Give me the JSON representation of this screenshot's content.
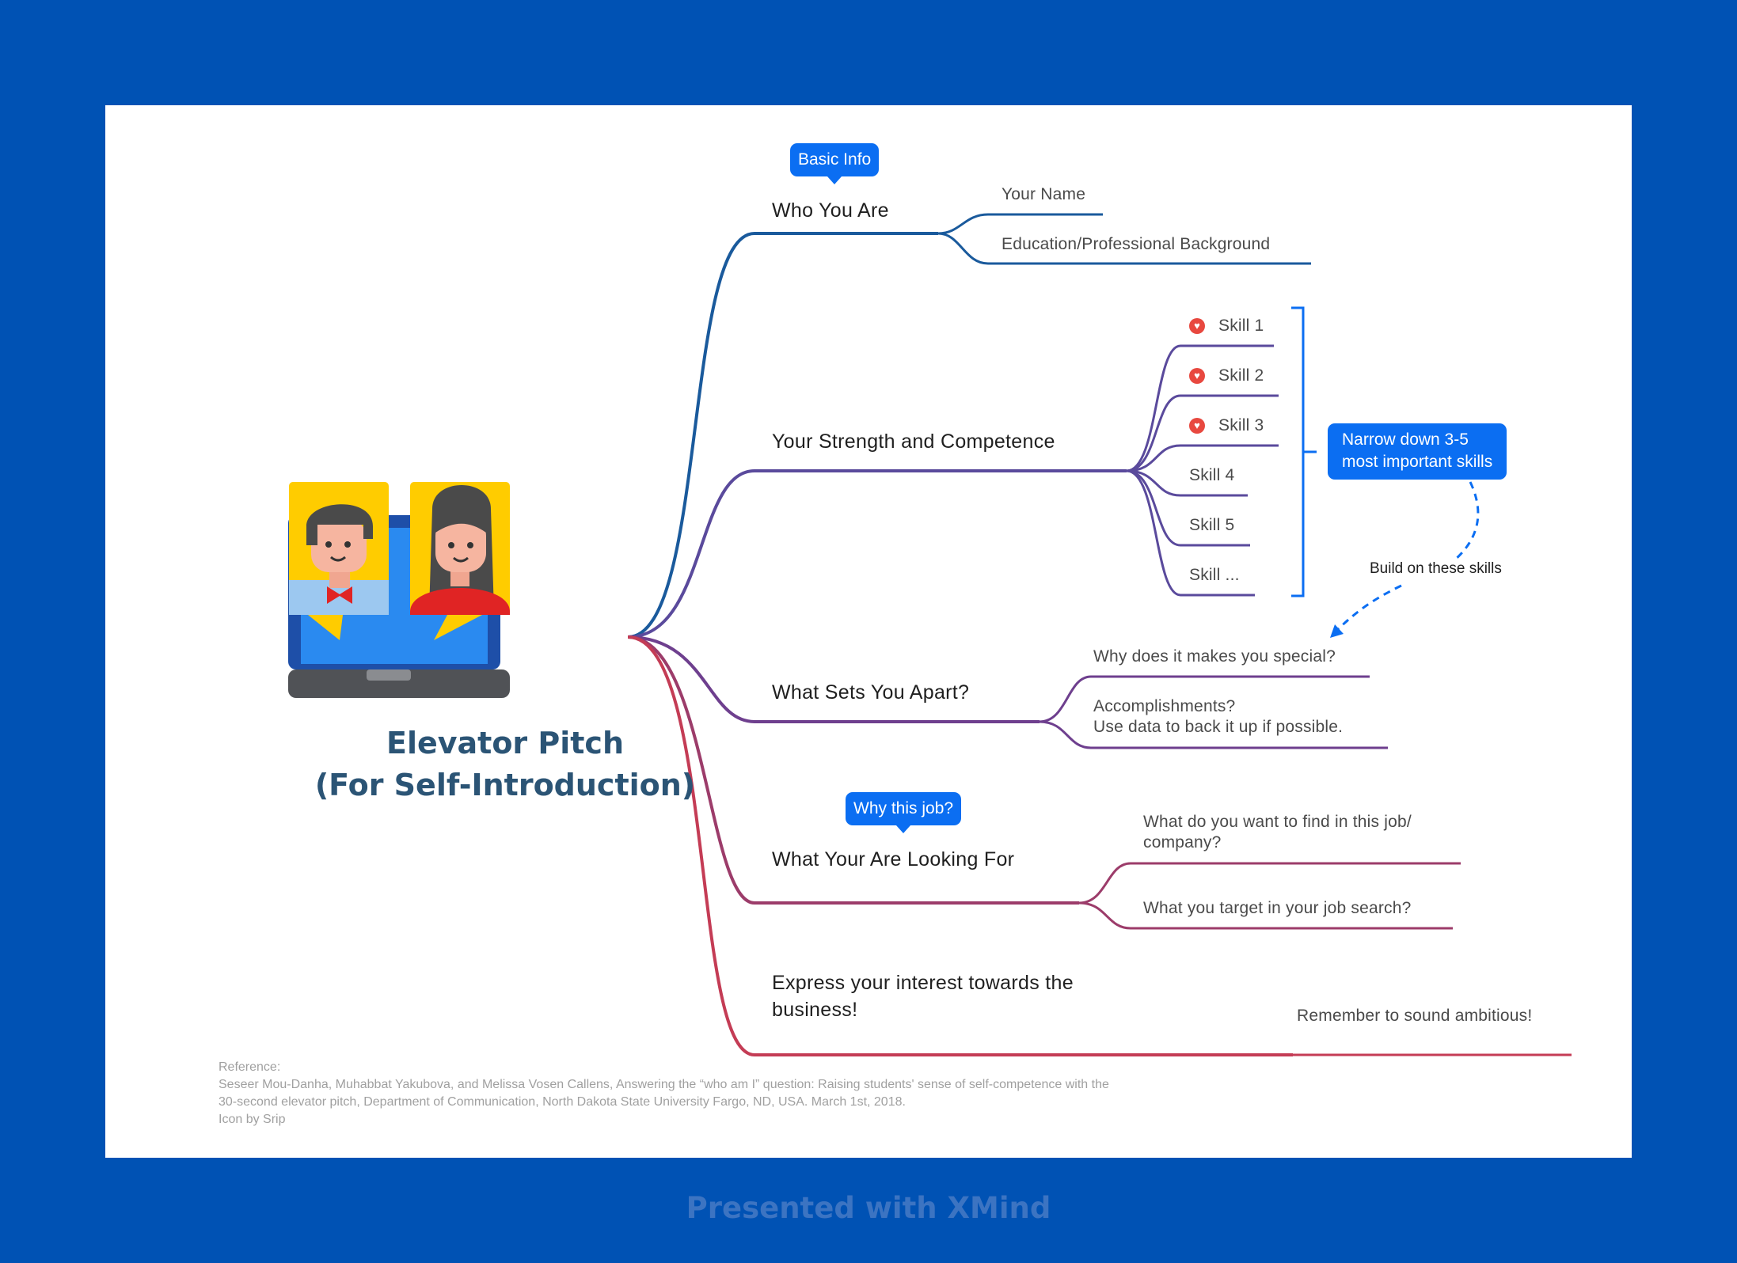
{
  "title": {
    "line1": "Elevator Pitch",
    "line2": "(For Self-Introduction)"
  },
  "branches": {
    "who": {
      "label": "Who You Are",
      "callout": "Basic Info",
      "children": [
        "Your Name",
        "Education/Professional Background"
      ]
    },
    "strength": {
      "label": "Your Strength and Competence",
      "children": [
        "Skill 1",
        "Skill 2",
        "Skill 3",
        "Skill 4",
        "Skill 5",
        "Skill ..."
      ],
      "summary": {
        "line1": "Narrow down 3-5",
        "line2": "most important skills"
      },
      "relationship": "Build on these skills"
    },
    "apart": {
      "label": "What Sets You Apart?",
      "children": [
        {
          "line1": "Why does it makes you special?"
        },
        {
          "line1": "Accomplishments?",
          "line2": "Use data to back it up if possible."
        }
      ]
    },
    "looking": {
      "label": "What Your Are Looking For",
      "callout": "Why this job?",
      "children": [
        {
          "line1": "What do you want to find in this job/",
          "line2": "company?"
        },
        {
          "line1": "What you target in your job search?"
        }
      ]
    },
    "interest": {
      "label_line1": "Express your interest towards the",
      "label_line2": "business!",
      "child": "Remember to sound ambitious!"
    }
  },
  "reference": {
    "heading": "Reference:",
    "line1": "Seseer Mou-Danha, Muhabbat Yakubova, and Melissa Vosen Callens, Answering the “who am I” question: Raising students' sense of self-competence with the",
    "line2": "30-second elevator pitch, Department of Communication, North Dakota State University Fargo, ND, USA. March 1st, 2018.",
    "line3": "Icon by Srip"
  },
  "footer": "Presented with XMind",
  "colors": {
    "background": "#0052b4",
    "callout": "#0b6ef2",
    "branch_who": "#1a5a9c",
    "branch_strength": "#5a4a9c",
    "branch_apart": "#6e3f8e",
    "branch_looking": "#9c3c6a",
    "branch_interest": "#c43c55",
    "heart": "#e8483f"
  },
  "icons": [
    "laptop-icon",
    "man-avatar-icon",
    "woman-avatar-icon",
    "heart-icon"
  ]
}
